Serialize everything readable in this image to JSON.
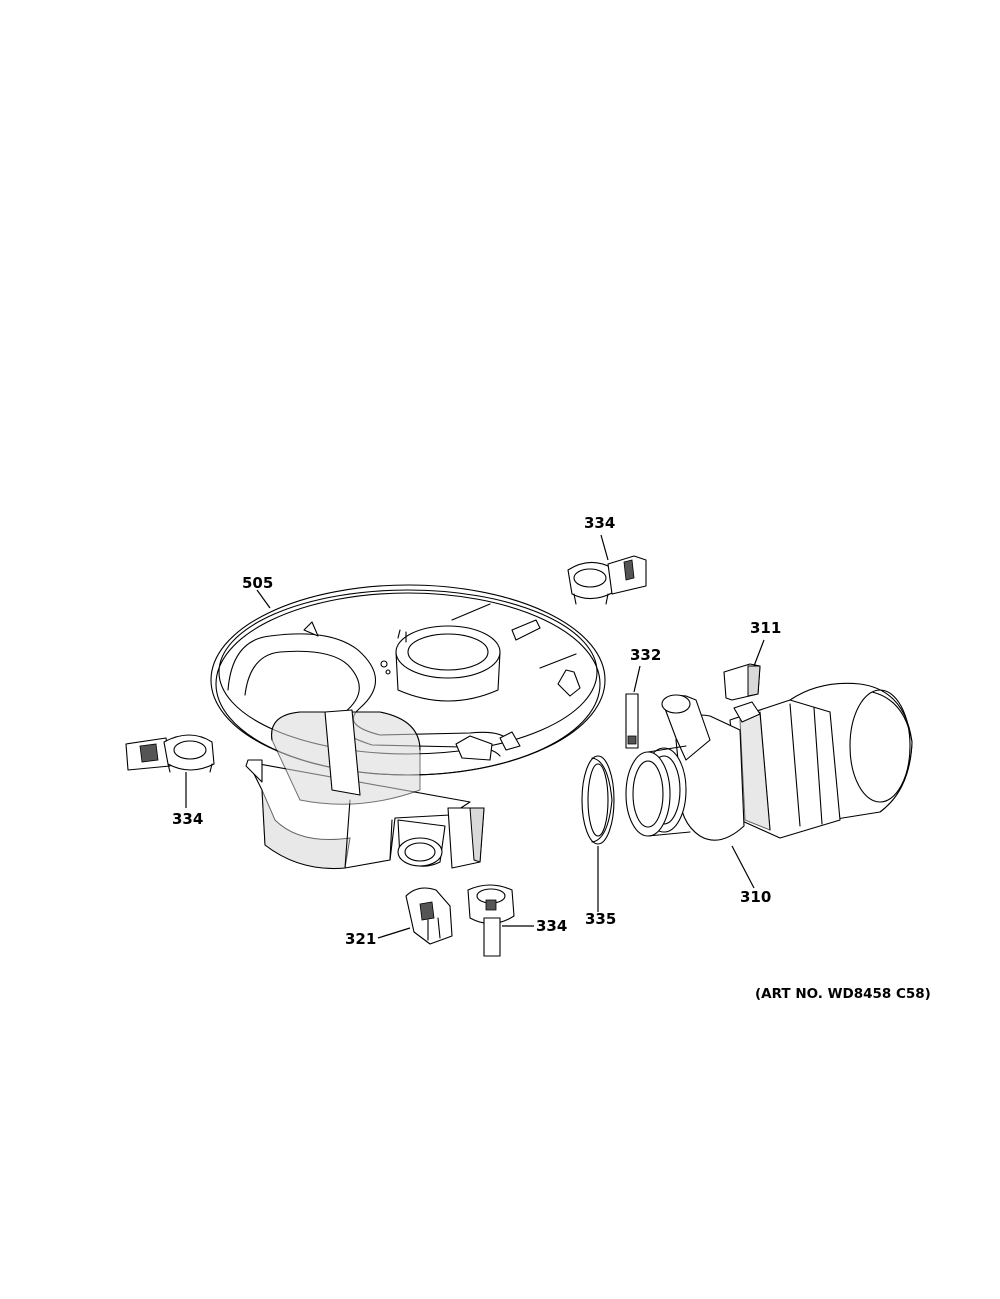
{
  "callouts": {
    "c334_top": "334",
    "c505": "505",
    "c311": "311",
    "c332": "332",
    "c334_left": "334",
    "c310": "310",
    "c335": "335",
    "c321": "321",
    "c334_bottom": "334"
  },
  "art_number": "(ART NO. WD8458 C58)"
}
